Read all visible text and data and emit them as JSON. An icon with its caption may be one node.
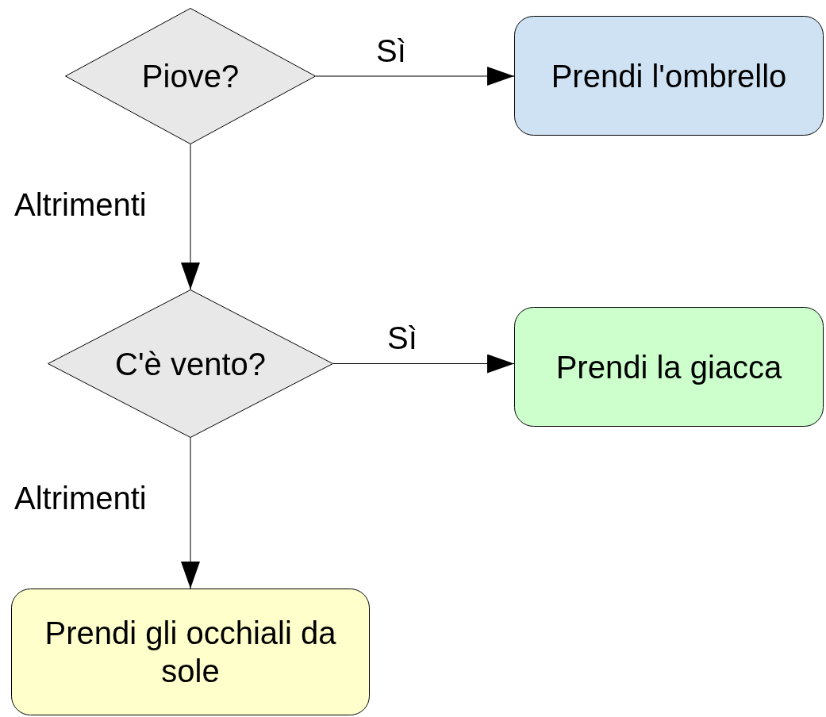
{
  "diagram": {
    "nodes": [
      {
        "text": [
          "Piove?"
        ]
      },
      {
        "text": [
          "Prendi l'ombrello"
        ]
      },
      {
        "text": [
          "C'è vento?"
        ]
      },
      {
        "text": [
          "Prendi la giacca"
        ]
      },
      {
        "text": [
          "Prendi gli occhiali da sole"
        ]
      }
    ],
    "edges": [
      {
        "from": 0,
        "to": 1,
        "arrow": "to",
        "label": "Sì"
      },
      {
        "from": 0,
        "to": 2,
        "arrow": "to",
        "label": "Altrimenti"
      },
      {
        "from": 2,
        "to": 3,
        "arrow": "to",
        "label": "Sì"
      },
      {
        "from": 2,
        "to": 4,
        "arrow": "to",
        "label": "Altrimenti"
      }
    ]
  }
}
